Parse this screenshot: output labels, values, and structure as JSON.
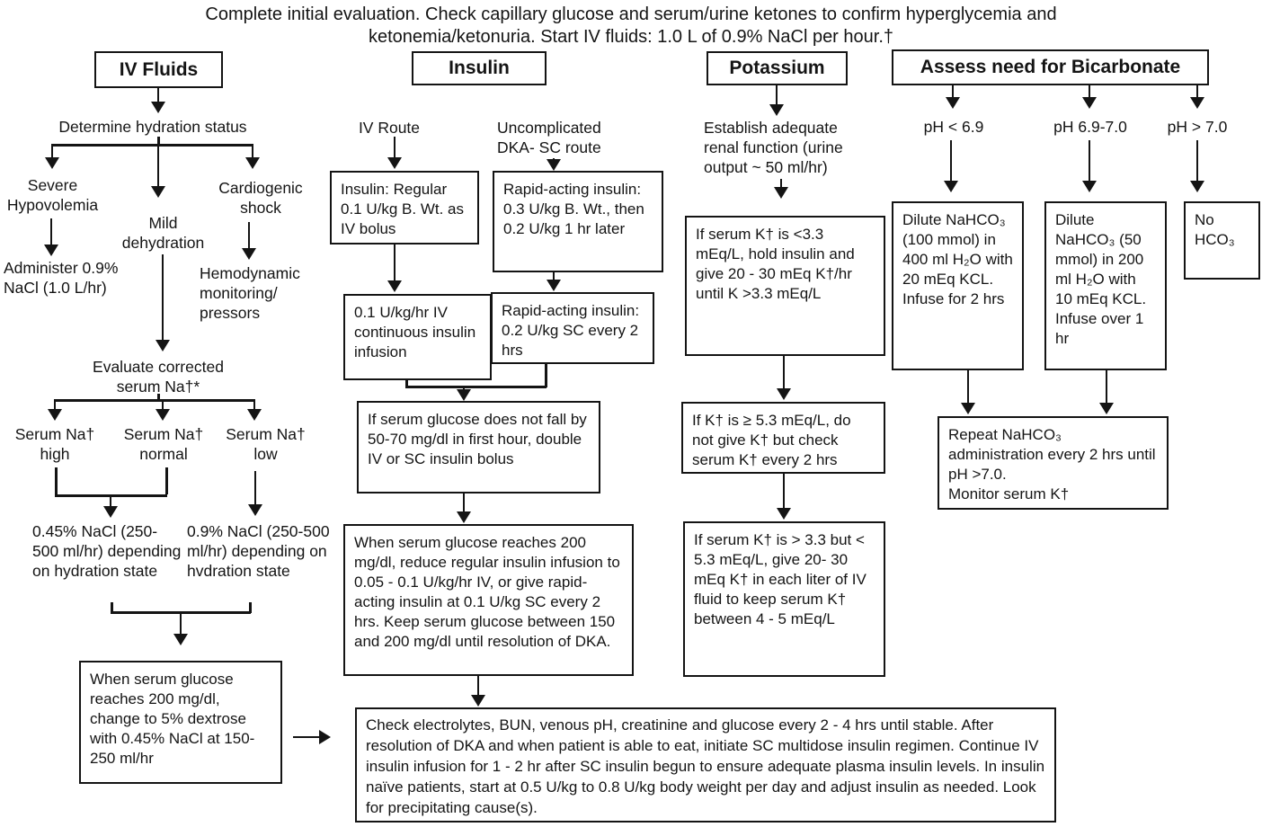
{
  "header": {
    "line1": "Complete initial evaluation. Check capillary glucose and serum/urine ketones to confirm hyperglycemia and",
    "line2": "ketonemia/ketonuria.  Start IV fluids: 1.0 L of 0.9% NaCl per hour.†"
  },
  "iv_fluids": {
    "title": "IV Fluids",
    "determine": "Determine hydration status",
    "severe": "Severe Hypovolemia",
    "mild": "Mild dehydration",
    "cardiogenic": "Cardiogenic shock",
    "administer": "Administer 0.9% NaCl (1.0 L/hr)",
    "hemodynamic": "Hemodynamic monitoring/ pressors",
    "evaluate": "Evaluate corrected serum Na†*",
    "na_high": "Serum Na† high",
    "na_normal": "Serum Na† normal",
    "na_low": "Serum Na† low",
    "nacl_045": "0.45% NaCl (250-500 ml/hr) depending on hydration state",
    "nacl_09": "0.9% NaCl (250-500 ml/hr) depending on hvdration state",
    "when_glucose": "When serum glucose reaches 200 mg/dl, change to 5% dextrose with 0.45% NaCl at 150-250 ml/hr"
  },
  "insulin": {
    "title": "Insulin",
    "iv_route": "IV Route",
    "sc_route": "Uncomplicated DKA- SC route",
    "regular_bolus": "Insulin: Regular 0.1 U/kg B. Wt. as IV bolus",
    "rapid_initial": "Rapid-acting insulin: 0.3 U/kg B. Wt., then 0.2 U/kg 1 hr later",
    "infusion": "0.1 U/kg/hr IV continuous insulin infusion",
    "rapid_q2": "Rapid-acting insulin: 0.2 U/kg SC every 2 hrs",
    "no_fall": "If serum glucose does not fall by 50-70 mg/dl in first hour, double IV or SC insulin bolus",
    "reach_200": "When serum glucose reaches 200 mg/dl, reduce regular insulin infusion to 0.05 - 0.1 U/kg/hr IV, or give rapid-acting insulin at 0.1 U/kg SC every 2 hrs.  Keep serum glucose between 150 and 200 mg/dl until resolution of DKA."
  },
  "potassium": {
    "title": "Potassium",
    "establish": "Establish adequate renal function (urine output ~ 50 ml/hr)",
    "k_low": "If serum K† is <3.3 mEq/L, hold insulin and give 20 - 30 mEq K†/hr  until K >3.3 mEq/L",
    "k_high": "If K† is ≥ 5.3 mEq/L, do not give K† but check serum K† every 2 hrs",
    "k_mid": "If serum K† is > 3.3 but < 5.3 mEq/L, give 20- 30 mEq K† in each liter of IV fluid to keep serum K† between 4 - 5 mEq/L"
  },
  "bicarbonate": {
    "title": "Assess need for Bicarbonate",
    "ph_low": "pH < 6.9",
    "ph_mid": "pH 6.9-7.0",
    "ph_high": "pH > 7.0",
    "dilute_100": "Dilute NaHCO₃ (100 mmol) in 400 ml H₂O with 20 mEq KCL. Infuse for 2 hrs",
    "dilute_50": "Dilute NaHCO₃ (50 mmol) in 200 ml H₂O with 10 mEq KCL. Infuse over 1 hr",
    "none": "No HCO₃",
    "repeat": "Repeat NaHCO₃ administration every 2 hrs until pH >7.0.\nMonitor serum K†"
  },
  "footer": {
    "check": "Check electrolytes, BUN, venous pH, creatinine and glucose every 2 - 4 hrs until stable. After resolution of DKA and when patient is able to eat, initiate SC multidose insulin regimen. Continue IV insulin infusion for 1 - 2 hr after SC insulin begun to ensure adequate plasma insulin levels.  In insulin naïve patients, start at 0.5 U/kg to 0.8 U/kg body weight per day and adjust insulin as needed.  Look for precipitating cause(s)."
  },
  "colors": {
    "ink": "#141414",
    "background": "#ffffff"
  }
}
